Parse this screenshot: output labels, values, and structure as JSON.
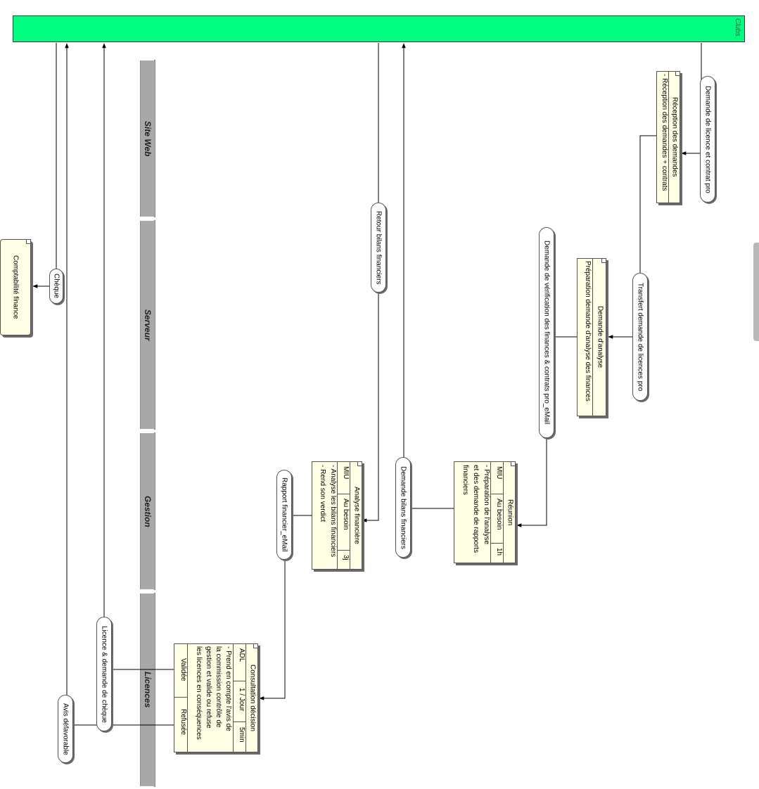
{
  "actor": {
    "label": "Clubs",
    "color": "#00ff80"
  },
  "lanes": [
    {
      "title": "Site Web"
    },
    {
      "title": "Serveur"
    },
    {
      "title": "Gestion"
    },
    {
      "title": "Licences"
    }
  ],
  "processes": {
    "reception": {
      "title": "Réception des demandes",
      "body": "- Réception des demandes + contrats"
    },
    "demande_analyse": {
      "title": "Demande d'analyse",
      "body": "Préparation demande d'analyse des finances"
    },
    "reunion": {
      "title": "Réunion",
      "actor": "MIU",
      "frequency": "Au besoin",
      "duration": "1h",
      "body_lines": [
        "- Préparation de l'analyse",
        "et des demande de rapports",
        "financiers"
      ]
    },
    "analyse": {
      "title": "Analyse financière",
      "actor": "MIU",
      "frequency": "Au besoin",
      "duration": "3j",
      "body_lines": [
        "- Analyse les bilans financiers",
        "- Rend son verdict"
      ]
    },
    "consultation": {
      "title": "Consultation décision",
      "actor": "ADL",
      "frequency": "1 / Jour",
      "duration": "5min",
      "body_lines": [
        "- Prend en compte l'avis de",
        "la commission contrôle de",
        "gestion et valide ou refuse",
        "les licences en conséquences"
      ],
      "out_ok": "Validée",
      "out_ko": "Refusée"
    }
  },
  "flows": {
    "demande_licence": "Demande de licence et contrat pro",
    "retour_bilans": "Retour bilans financiers",
    "transfert": "Transfert demande de licences pro",
    "verification": "Demande de vérification des finances & contrats pro_eMail",
    "demande_bilans": "Demande bilans financiers",
    "rapport": "Rapport financier_eMail",
    "licence_cheque": "Licence & demande de chèque",
    "avis": "Avis défavorable",
    "cheque": "Chèque"
  },
  "store": {
    "label": "Comptabilité finance"
  }
}
